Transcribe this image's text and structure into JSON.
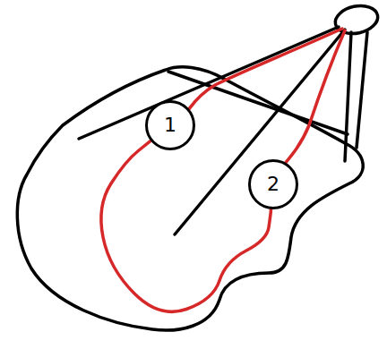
{
  "diagram": {
    "nodes": [
      {
        "text": [
          "1"
        ]
      },
      {
        "text": [
          "2"
        ]
      }
    ],
    "edges": [
      {
        "from": 0,
        "to": 1,
        "arrow": "none"
      }
    ]
  }
}
